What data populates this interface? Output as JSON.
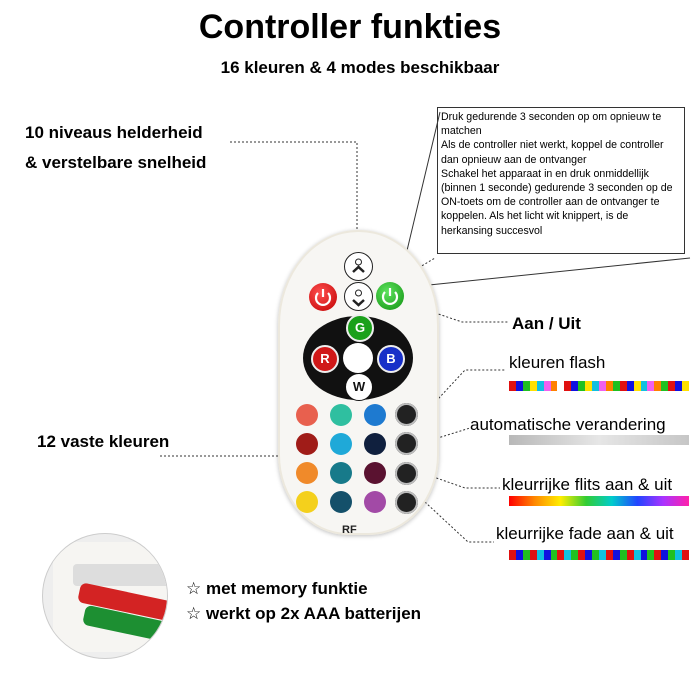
{
  "header": {
    "title": "Controller funkties",
    "subtitle": "16 kleuren & 4 modes beschikbaar"
  },
  "labels": {
    "brightness_line1": "10 niveaus helderheid",
    "brightness_line2": "& verstelbare snelheid",
    "power": "Aan / Uit",
    "fixed_colors": "12 vaste kleuren",
    "flash": "kleuren flash",
    "auto_change": "automatische verandering",
    "colorful_flash": "kleurrijke flits aan & uit",
    "colorful_fade": "kleurrijke fade aan & uit"
  },
  "note": {
    "lines": [
      "Druk gedurende 3 seconden op om opnieuw te matchen",
      "Als de controller niet werkt, koppel de controller dan opnieuw aan de ontvanger",
      "Schakel het apparaat in en druk onmiddellijk (binnen 1 seconde) gedurende 3 seconden op de ON-toets om de controller aan de ontvanger te koppelen. Als het licht wit knippert, is de herkansing succesvol"
    ]
  },
  "features": {
    "star": "☆",
    "memory": "met memory funktie",
    "battery": "werkt op 2x AAA batterijen"
  },
  "remote": {
    "g": "G",
    "r": "R",
    "b": "B",
    "w": "W",
    "rf": "RF"
  },
  "colors": {
    "fixed_grid": [
      [
        "#e8604e",
        "#2fbfa0",
        "#1e7ad0"
      ],
      [
        "#a01c18",
        "#1fa9d8",
        "#10203e"
      ],
      [
        "#f08a2a",
        "#177a8a",
        "#5a1230"
      ],
      [
        "#f4d01c",
        "#14506a",
        "#a24aa6"
      ]
    ],
    "flash_stripe": [
      "#e01010",
      "#1010e0",
      "#20c020",
      "#ffe000",
      "#10c0e0",
      "#f060f0",
      "#ff8000",
      "#ffffff",
      "#e01010",
      "#1010e0",
      "#20c020",
      "#ffe000",
      "#10c0e0",
      "#f060f0",
      "#ff8000",
      "#20c020",
      "#e01010",
      "#1010e0",
      "#ffe000",
      "#10c0e0",
      "#f060f0",
      "#ff8000",
      "#20c020",
      "#e01010",
      "#1010e0",
      "#ffe000"
    ],
    "fade_stripe": [
      "#e01010",
      "#1010e0",
      "#20c020",
      "#e01010",
      "#10c0e0",
      "#1010e0",
      "#20c020",
      "#e01010",
      "#10c0e0",
      "#20c020",
      "#e01010",
      "#1010e0",
      "#20c020",
      "#10c0e0",
      "#e01010",
      "#1010e0",
      "#20c020",
      "#e01010",
      "#10c0e0",
      "#1010e0",
      "#20c020",
      "#e01010",
      "#1010e0",
      "#20c020",
      "#10c0e0",
      "#e01010"
    ]
  }
}
